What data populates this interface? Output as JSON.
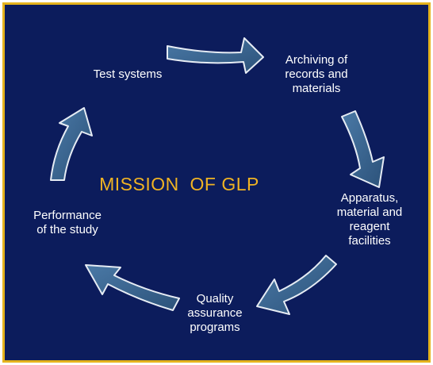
{
  "diagram": {
    "title": "MISSION  OF GLP",
    "title_color": "#f0b323",
    "background_color": "#0c1c5c",
    "border_color": "#e5b31d",
    "arrow_color": "#3d6893",
    "nodes": [
      {
        "id": "test-systems",
        "label": "Test systems"
      },
      {
        "id": "archiving",
        "label": "Archiving of\nrecords and\nmaterials"
      },
      {
        "id": "apparatus",
        "label": "Apparatus,\nmaterial and\nreagent\nfacilities"
      },
      {
        "id": "quality",
        "label": "Quality\nassurance\nprograms"
      },
      {
        "id": "performance",
        "label": "Performance\nof the study"
      }
    ],
    "cycle_direction": "clockwise"
  }
}
